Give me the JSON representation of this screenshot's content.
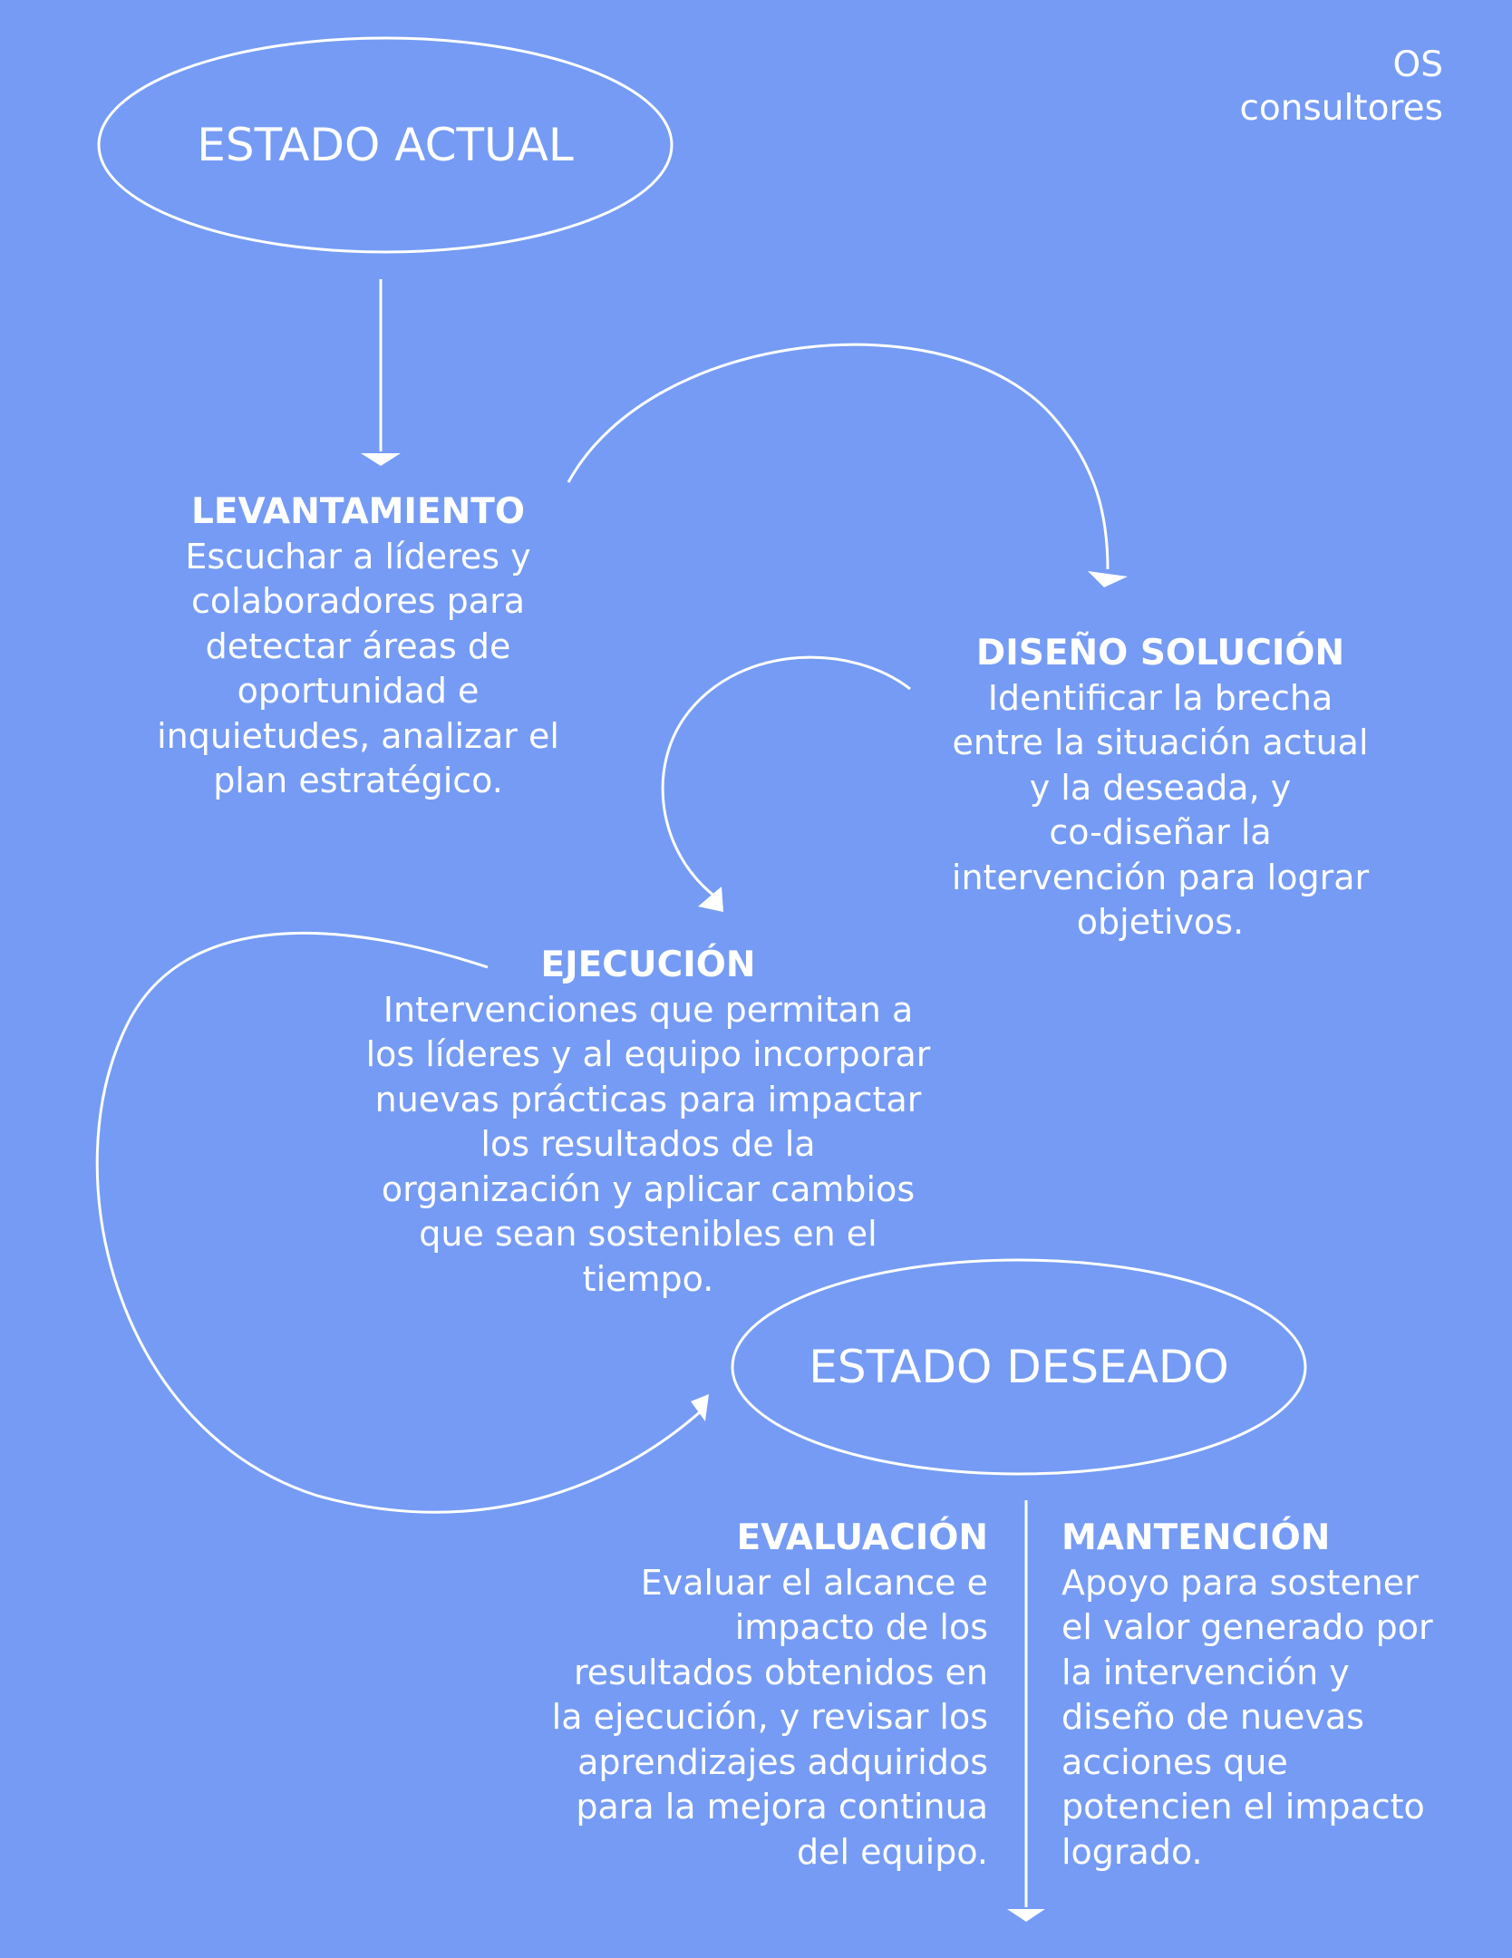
{
  "brand": {
    "line1": "OS",
    "line2": "consultores"
  },
  "states": {
    "current": "ESTADO ACTUAL",
    "desired": "ESTADO DESEADO"
  },
  "steps": {
    "levantamiento": {
      "title": "LEVANTAMIENTO",
      "description": "Escuchar a líderes y\ncolaboradores para\ndetectar áreas de\noportunidad e\ninquietudes, analizar el\nplan estratégico."
    },
    "diseno": {
      "title": "DISEÑO SOLUCIÓN",
      "description": "Identificar la brecha\nentre la situación actual\ny la deseada, y\nco-diseñar la\nintervención para lograr\nobjetivos."
    },
    "ejecucion": {
      "title": "EJECUCIÓN",
      "description": "Intervenciones que permitan a\nlos líderes y al equipo incorporar\nnuevas prácticas para impactar\nlos resultados de la\norganización y aplicar cambios\nque sean sostenibles en el\ntiempo."
    },
    "evaluacion": {
      "title": "EVALUACIÓN",
      "description": "Evaluar el alcance e\nimpacto de los\nresultados obtenidos en\nla ejecución, y revisar los\naprendizajes adquiridos\npara la mejora continua\ndel equipo."
    },
    "mantencion": {
      "title": "MANTENCIÓN",
      "description": "Apoyo para sostener\nel valor generado por\nla intervención y\ndiseño de nuevas\nacciones que\npotencien el impacto\nlogrado."
    }
  },
  "colors": {
    "background": "#759BF4",
    "foreground": "#FFFFFF"
  }
}
